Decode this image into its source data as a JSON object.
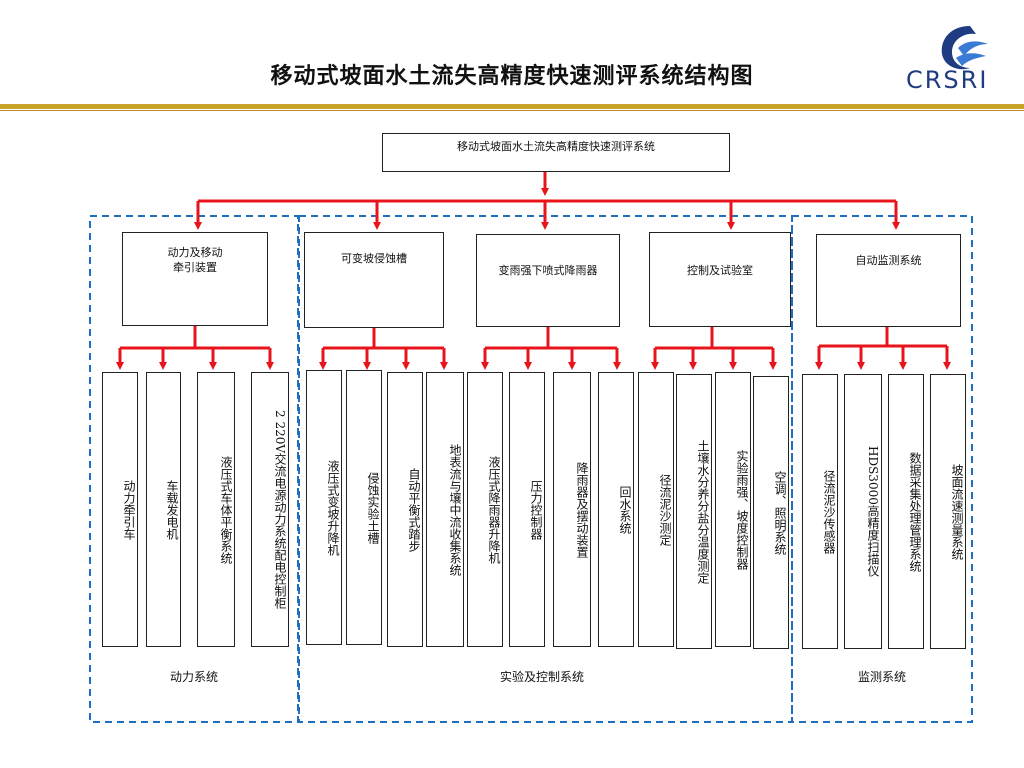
{
  "title": "移动式坡面水土流失高精度快速测评系统结构图",
  "logo": {
    "text": "CRSRI"
  },
  "root": "移动式坡面水土流失高精度快速测评系统",
  "categories": [
    {
      "name": "动力及移动\n牵引装置",
      "items": [
        "动力牵引车",
        "车载发电机",
        "液压式车体平衡系统",
        "2 220V交流电源动力系统配电控制柜"
      ]
    },
    {
      "name": "可变坡侵蚀槽",
      "items": [
        "液压式变坡升降机",
        "侵蚀实验土槽",
        "自动平衡式踏步",
        "地表流与壤中流收集系统"
      ]
    },
    {
      "name": "变雨强下喷式降雨器",
      "items": [
        "液压式降雨器升降机",
        "压力控制器",
        "降雨器及摆动装置",
        "回水系统"
      ]
    },
    {
      "name": "控制及试验室",
      "items": [
        "径流泥沙测定",
        "土壤水分养分盐分温度测定",
        "实验雨强、坡度控制器",
        "空调、照明系统"
      ]
    },
    {
      "name": "自动监测系统",
      "items": [
        "径流泥沙传感器",
        "HDS3000高精度扫描仪",
        "数据采集处理管理系统",
        "坡面流速测量系统"
      ]
    }
  ],
  "groups": [
    "动力系统",
    "实验及控制系统",
    "监测系统"
  ],
  "colors": {
    "arrow": "#e8141c",
    "dashed": "#1f6fbf",
    "accent": "#c9a227"
  }
}
